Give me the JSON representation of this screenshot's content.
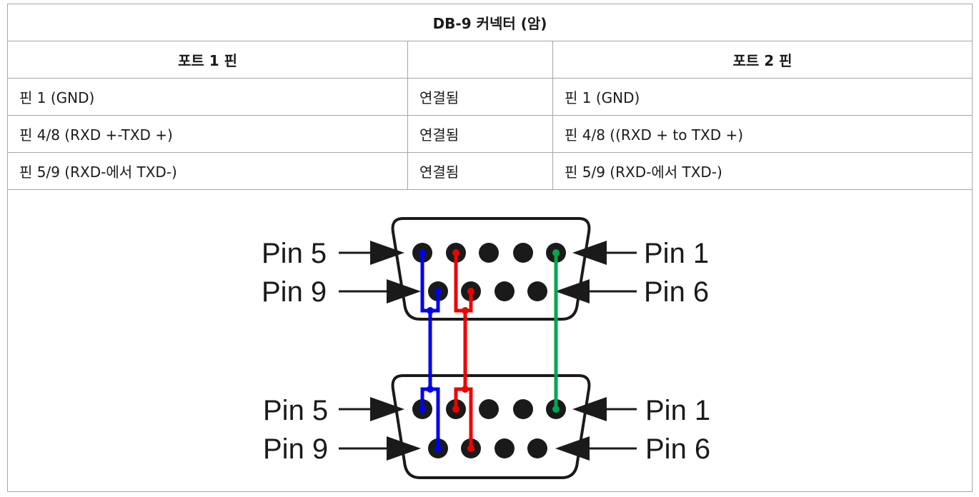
{
  "table": {
    "title": "DB-9 커넥터 (암)",
    "headers": [
      "포트 1 핀",
      "",
      "포트 2 핀"
    ],
    "rows": [
      [
        "핀 1 (GND)",
        "연결됨",
        "핀 1 (GND)"
      ],
      [
        "핀 4/8 (RXD +-TXD +)",
        "연결됨",
        "핀 4/8 ((RXD + to TXD +)"
      ],
      [
        "핀 5/9 (RXD-에서 TXD-)",
        "연결됨",
        "핀 5/9 (RXD-에서 TXD-)"
      ]
    ]
  },
  "diagram": {
    "top_connector": {
      "left_labels": [
        "Pin 5",
        "Pin 9"
      ],
      "right_labels": [
        "Pin 1",
        "Pin 6"
      ]
    },
    "bottom_connector": {
      "left_labels": [
        "Pin 5",
        "Pin 9"
      ],
      "right_labels": [
        "Pin 1",
        "Pin 6"
      ]
    },
    "wire_colors": {
      "blue": "#0000ee",
      "red": "#ee0000",
      "green": "#00a651"
    }
  }
}
